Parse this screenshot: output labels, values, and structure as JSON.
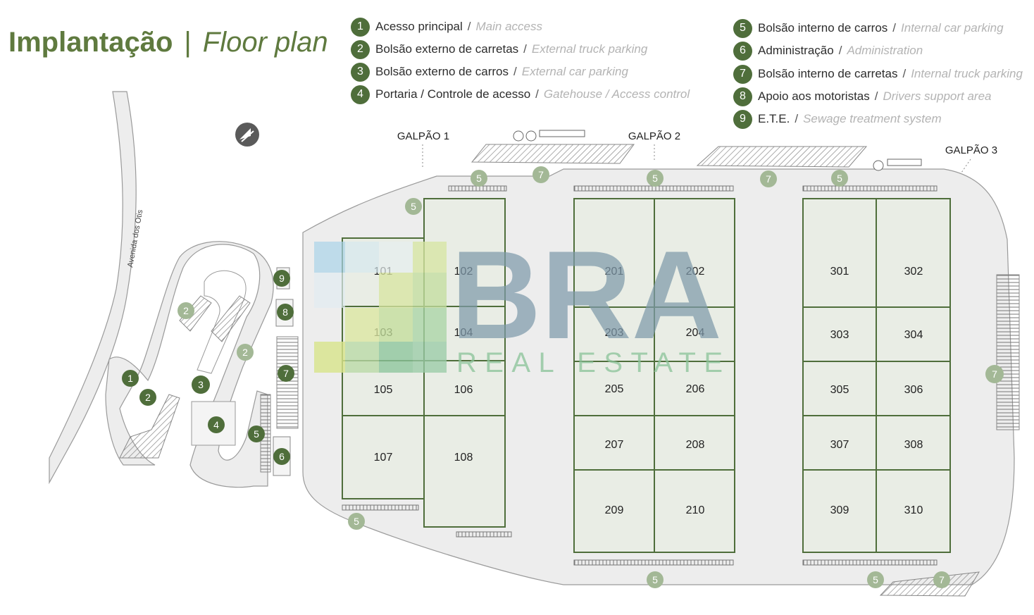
{
  "title": {
    "pt": "Implantação",
    "separator": "|",
    "en": "Floor plan"
  },
  "legend_left": [
    {
      "num": "1",
      "pt": "Acesso principal",
      "en": "Main access"
    },
    {
      "num": "2",
      "pt": "Bolsão externo de carretas",
      "en": "External truck parking"
    },
    {
      "num": "3",
      "pt": "Bolsão externo de carros",
      "en": "External car parking"
    },
    {
      "num": "4",
      "pt": "Portaria / Controle de acesso",
      "en": "Gatehouse / Access control"
    }
  ],
  "legend_right": [
    {
      "num": "5",
      "pt": "Bolsão interno de carros",
      "en": "Internal car parking"
    },
    {
      "num": "6",
      "pt": "Administração",
      "en": "Administration"
    },
    {
      "num": "7",
      "pt": "Bolsão interno de carretas",
      "en": "Internal truck parking"
    },
    {
      "num": "8",
      "pt": "Apoio aos motoristas",
      "en": "Drivers support area"
    },
    {
      "num": "9",
      "pt": "E.T.E.",
      "en": "Sewage treatment system"
    }
  ],
  "legend_separator": "/",
  "street_name": "Avenida dos Otis",
  "galpoes": {
    "g1": "GALPÃO 1",
    "g2": "GALPÃO 2",
    "g3": "GALPÃO 3"
  },
  "units": {
    "g1": [
      "101",
      "102",
      "103",
      "104",
      "105",
      "106",
      "107",
      "108"
    ],
    "g2": [
      "201",
      "202",
      "203",
      "204",
      "205",
      "206",
      "207",
      "208",
      "209",
      "210"
    ],
    "g3": [
      "301",
      "302",
      "303",
      "304",
      "305",
      "306",
      "307",
      "308",
      "309",
      "310"
    ]
  },
  "map_markers": [
    "1",
    "2",
    "2",
    "2",
    "3",
    "4",
    "5",
    "5",
    "5",
    "5",
    "5",
    "5",
    "5",
    "5",
    "6",
    "7",
    "7",
    "7",
    "7",
    "7",
    "8",
    "9"
  ],
  "watermark": {
    "brand": "BRA",
    "tagline": "REAL ESTATE"
  },
  "colors": {
    "dark_green": "#4f6e3b",
    "light_green": "#a3b896",
    "title_green": "#5f7a3f",
    "building_fill": "#e9ede5",
    "site_fill": "#ededed",
    "watermark_blue": "#7f9bab",
    "watermark_green": "#8cc49a"
  }
}
